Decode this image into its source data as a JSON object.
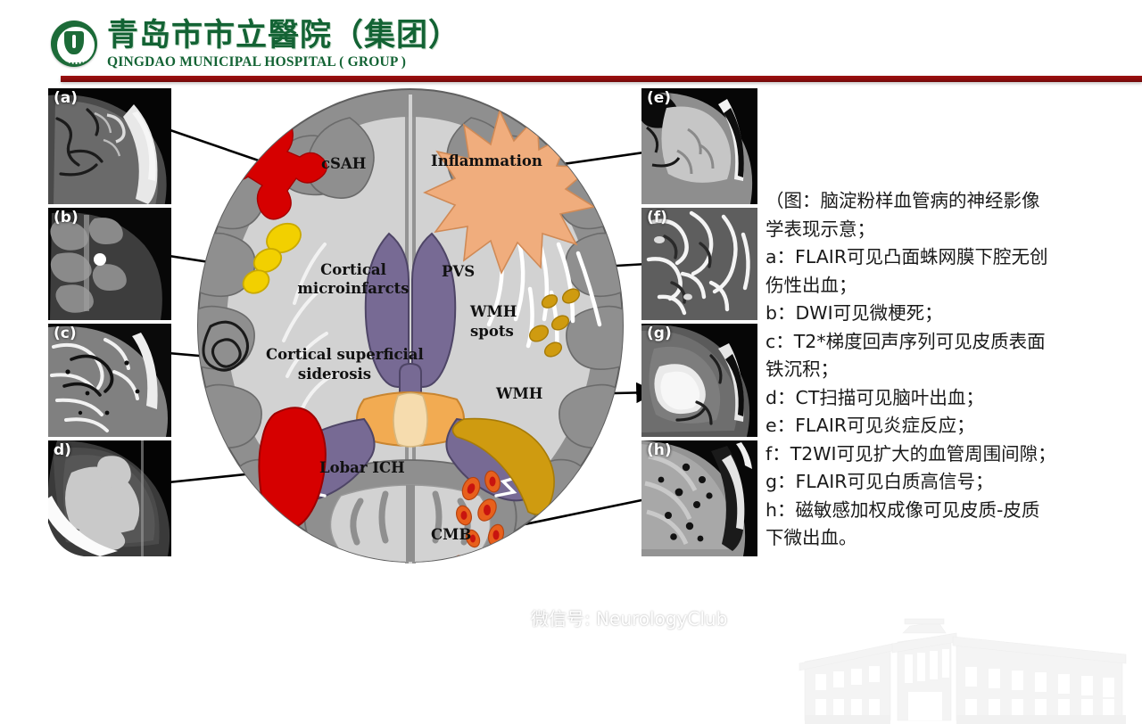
{
  "header": {
    "logo_icon": "hospital-shield-emblem",
    "hospital_name_cn": "青岛市市立醫院（集团）",
    "hospital_name_en": "QINGDAO MUNICIPAL HOSPITAL ( GROUP )",
    "rule_color": "#8e0d0d",
    "brand_color": "#136334"
  },
  "figure": {
    "panels": [
      {
        "id": "a",
        "label": "(a)",
        "modality": "FLAIR"
      },
      {
        "id": "b",
        "label": "(b)",
        "modality": "DWI"
      },
      {
        "id": "c",
        "label": "(c)",
        "modality": "T2*"
      },
      {
        "id": "d",
        "label": "d)",
        "modality": "CT"
      },
      {
        "id": "e",
        "label": "(e)",
        "modality": "FLAIR"
      },
      {
        "id": "f",
        "label": "(f)",
        "modality": "T2WI"
      },
      {
        "id": "g",
        "label": "(g)",
        "modality": "FLAIR"
      },
      {
        "id": "h",
        "label": "(h)",
        "modality": "SWI"
      }
    ],
    "diagram_labels": {
      "csah": "cSAH",
      "inflammation": "Inflammation",
      "cortical_microinfarcts_line1": "Cortical",
      "cortical_microinfarcts_line2": "microinfarcts",
      "pvs": "PVS",
      "wmh_spots_line1": "WMH",
      "wmh_spots_line2": "spots",
      "cortical_superficial_siderosis_line1": "Cortical superficial",
      "cortical_superficial_siderosis_line2": "siderosis",
      "wmh": "WMH",
      "lobar_ich": "Lobar ICH",
      "cmb": "CMB"
    },
    "diagram_colors": {
      "cortex_gray": "#8f8f8f",
      "white_matter": "#d2d2d2",
      "ventricle_purple": "#776a94",
      "hemorrhage_red": "#d60000",
      "inflammation_orange": "#f0ad7d",
      "microinfarct_yellow": "#f2d000",
      "wmh_gold": "#cf9b10",
      "cmb_orange": "#e8601c",
      "thalamus_orange": "#f2ab52"
    }
  },
  "caption": {
    "text": "（图：脑淀粉样血管病的神经影像\n学表现示意；\na：FLAIR可见凸面蛛网膜下腔无创\n伤性出血；\nb：DWI可见微梗死；\nc：T2*梯度回声序列可见皮质表面\n铁沉积；\nd：CT扫描可见脑叶出血；\ne：FLAIR可见炎症反应；\nf：T2WI可见扩大的血管周围间隙；\ng：FLAIR可见白质高信号；\nh：磁敏感加权成像可见皮质-皮质\n下微出血。"
  },
  "watermarks": {
    "wechat_icon": "wechat-icon",
    "wechat_text": "微信号: NeurologyClub",
    "building_icon": "hospital-building-watermark"
  }
}
